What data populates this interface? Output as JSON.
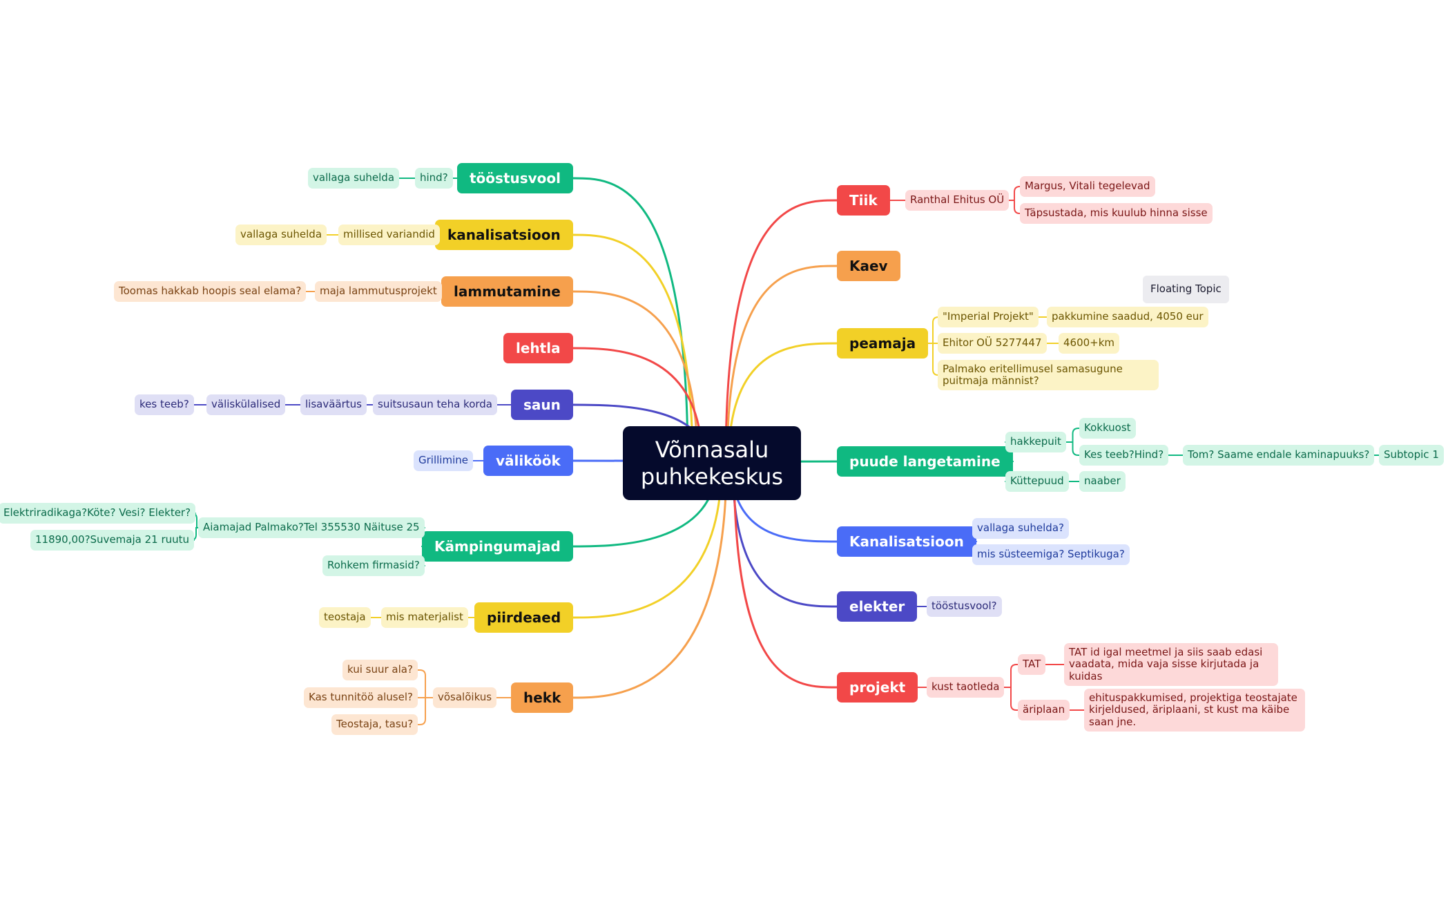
{
  "root": {
    "label": "Võnnasalu puhkekeskus"
  },
  "floating_topic": "Floating Topic",
  "left": [
    {
      "label": "tööstusvool",
      "color": "#10b981",
      "children": [
        {
          "label": "hind?",
          "children": [
            {
              "label": "vallaga suhelda"
            }
          ]
        }
      ]
    },
    {
      "label": "kanalisatsioon",
      "color": "#f2d027",
      "children": [
        {
          "label": "millised variandid",
          "children": [
            {
              "label": "vallaga suhelda"
            }
          ]
        }
      ]
    },
    {
      "label": "lammutamine",
      "color": "#f6a04d",
      "children": [
        {
          "label": "maja lammutusprojekt",
          "children": [
            {
              "label": "Toomas hakkab hoopis seal elama?"
            }
          ]
        }
      ]
    },
    {
      "label": "lehtla",
      "color": "#f24848",
      "children": []
    },
    {
      "label": "saun",
      "color": "#4c49c6",
      "children": [
        {
          "label": "suitsusaun teha korda",
          "children": [
            {
              "label": "lisaväärtus",
              "children": [
                {
                  "label": "väliskülalised",
                  "children": [
                    {
                      "label": "kes teeb?"
                    }
                  ]
                }
              ]
            }
          ]
        }
      ]
    },
    {
      "label": "väliköök",
      "color": "#4a6cf7",
      "children": [
        {
          "label": "Grillimine"
        }
      ]
    },
    {
      "label": "Kämpingumajad",
      "color": "#10b981",
      "children": [
        {
          "label": "Aiamajad Palmako?Tel 355530 Näituse 25",
          "children": [
            {
              "label": "Elektriradikaga?Köte? Vesi? Elekter?"
            },
            {
              "label": "11890,00?Suvemaja 21 ruutu"
            }
          ]
        },
        {
          "label": "Rohkem firmasid?"
        }
      ]
    },
    {
      "label": "piirdeaed",
      "color": "#f2d027",
      "children": [
        {
          "label": "mis materjalist",
          "children": [
            {
              "label": "teostaja"
            }
          ]
        }
      ]
    },
    {
      "label": "hekk",
      "color": "#f6a04d",
      "children": [
        {
          "label": "võsalõikus",
          "children": [
            {
              "label": "kui suur ala?"
            },
            {
              "label": "Kas tunnitöö alusel?"
            },
            {
              "label": "Teostaja, tasu?"
            }
          ]
        }
      ]
    }
  ],
  "right": [
    {
      "label": "Tiik",
      "color": "#f24848",
      "children": [
        {
          "label": "Ranthal Ehitus OÜ",
          "children": [
            {
              "label": "Margus, Vitali tegelevad"
            },
            {
              "label": "Täpsustada, mis kuulub hinna sisse"
            }
          ]
        }
      ]
    },
    {
      "label": "Kaev",
      "color": "#f6a04d",
      "children": []
    },
    {
      "label": "peamaja",
      "color": "#f2d027",
      "children": [
        {
          "label": "\"Imperial Projekt\"",
          "children": [
            {
              "label": "pakkumine saadud, 4050 eur"
            }
          ]
        },
        {
          "label": "Ehitor OÜ 5277447",
          "children": [
            {
              "label": "4600+km"
            }
          ]
        },
        {
          "label": "Palmako eritellimusel samasugune puitmaja männist?"
        }
      ]
    },
    {
      "label": "puude langetamine",
      "color": "#10b981",
      "children": [
        {
          "label": "hakkepuit",
          "children": [
            {
              "label": "Kokkuost"
            },
            {
              "label": "Kes teeb?Hind?",
              "children": [
                {
                  "label": "Tom? Saame endale kaminapuuks?",
                  "children": [
                    {
                      "label": "Subtopic 1"
                    }
                  ]
                }
              ]
            }
          ]
        },
        {
          "label": "Küttepuud",
          "children": [
            {
              "label": "naaber"
            }
          ]
        }
      ]
    },
    {
      "label": "Kanalisatsioon",
      "color": "#4a6cf7",
      "children": [
        {
          "label": "vallaga suhelda?"
        },
        {
          "label": "mis süsteemiga? Septikuga?"
        }
      ]
    },
    {
      "label": "elekter",
      "color": "#4c49c6",
      "children": [
        {
          "label": "tööstusvool?"
        }
      ]
    },
    {
      "label": "projekt",
      "color": "#f24848",
      "children": [
        {
          "label": "kust taotleda",
          "children": [
            {
              "label": "TAT",
              "children": [
                {
                  "label": "TAT id igal meetmel ja siis saab edasi vaadata, mida vaja sisse kirjutada ja kuidas"
                }
              ]
            },
            {
              "label": "äriplaan",
              "children": [
                {
                  "label": "ehituspakkumised, projektiga teostajate kirjeldused, äriplaani, st kust ma käibe saan jne."
                }
              ]
            }
          ]
        }
      ]
    }
  ],
  "palette": {
    "#10b981": {
      "bg": "#d3f5e6",
      "text": "#0b6b4b"
    },
    "#f2d027": {
      "bg": "#fcf3c6",
      "text": "#6b5500"
    },
    "#f6a04d": {
      "bg": "#fde6d2",
      "text": "#7a4314"
    },
    "#f24848": {
      "bg": "#fdd9d9",
      "text": "#7a1616"
    },
    "#4c49c6": {
      "bg": "#dfdff5",
      "text": "#2b2a78"
    },
    "#4a6cf7": {
      "bg": "#dbe3fd",
      "text": "#1e3a9c"
    }
  }
}
